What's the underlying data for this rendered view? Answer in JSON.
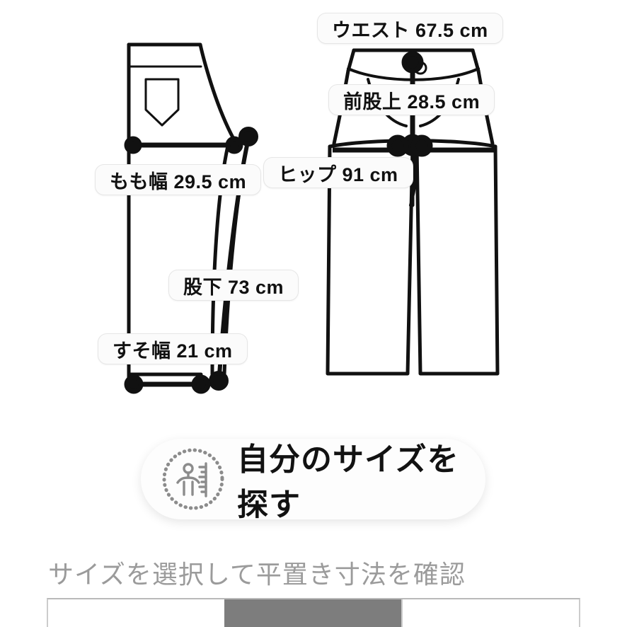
{
  "diagram": {
    "name": "pants-flat-measurement-diagram",
    "measurements": [
      {
        "id": "waist",
        "label": "ウエスト",
        "value": "67.5",
        "unit": "cm",
        "text": "ウエスト 67.5 cm"
      },
      {
        "id": "rise",
        "label": "前股上",
        "value": "28.5",
        "unit": "cm",
        "text": "前股上 28.5 cm"
      },
      {
        "id": "hip",
        "label": "ヒップ",
        "value": "91",
        "unit": "cm",
        "text": "ヒップ 91 cm"
      },
      {
        "id": "thigh",
        "label": "もも幅",
        "value": "29.5",
        "unit": "cm",
        "text": "もも幅 29.5 cm"
      },
      {
        "id": "inseam",
        "label": "股下",
        "value": "73",
        "unit": "cm",
        "text": "股下 73 cm"
      },
      {
        "id": "hem",
        "label": "すそ幅",
        "value": "21",
        "unit": "cm",
        "text": "すそ幅 21 cm"
      }
    ]
  },
  "find_size_button": {
    "label": "自分のサイズを探す",
    "icon": "person-with-ruler-icon"
  },
  "size_table_section": {
    "caption": "サイズを選択して平置き寸法を確認",
    "row": {
      "cells": [
        "",
        "",
        ""
      ],
      "selected_index": 1
    }
  },
  "colors": {
    "line": "#111111",
    "pill_background": "#fbfbfb",
    "pill_border": "#e6e6e6",
    "text": "#111111",
    "caption_text": "#9b9b9b",
    "button_background": "#fdfdfd",
    "icon_gray": "#8c8c8c",
    "table_selected": "#7d7d7d",
    "table_border": "#cccccc"
  }
}
